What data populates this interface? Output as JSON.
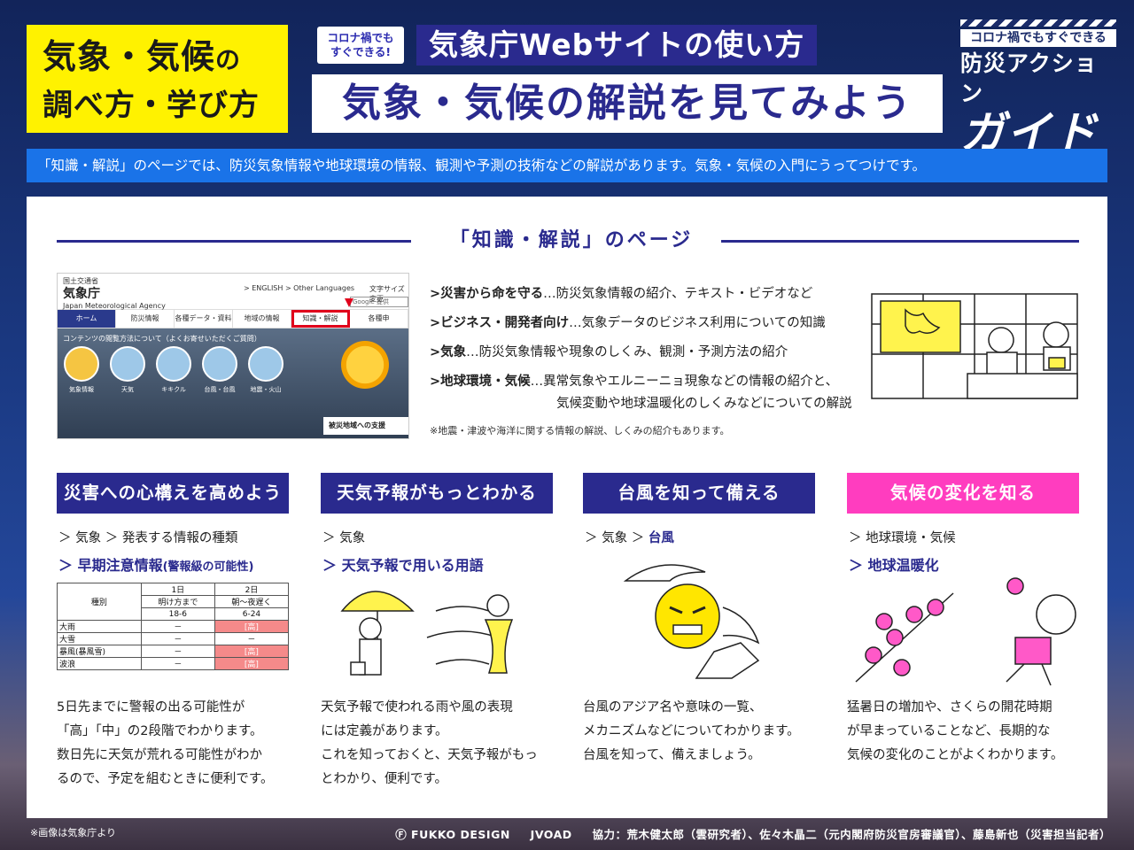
{
  "header": {
    "title_line1_a": "気象・気候",
    "title_line1_b": "の",
    "title_line2": "調べ方・学び方",
    "tag_line1": "コロナ禍でも",
    "tag_line2": "すぐできる!",
    "subtitle": "気象庁Webサイトの使い方",
    "main_title": "気象・気候の解説を見てみよう"
  },
  "logo": {
    "tag": "コロナ禍でもすぐできる",
    "mid": "防災アクション",
    "big": "ガイド"
  },
  "intro": "「知識・解説」のページでは、防災気象情報や地球環境の情報、観測や予測の技術などの解説があります。気象・気候の入門にうってつけです。",
  "section": {
    "title": "「知識・解説」のページ"
  },
  "site": {
    "org": "国土交通省",
    "name": "気象庁",
    "name_en": "Japan Meteorological Agency",
    "lang": "> ENGLISH  > Other Languages",
    "font_size": "文字サイズ変更",
    "search": "Google 提供",
    "nav": [
      "ホーム",
      "防災情報",
      "各種データ・資料",
      "地域の情報",
      "知識・解説",
      "各種申"
    ],
    "note": "コンテンツの閲覧方法について（よくお寄せいただくご質問）",
    "icons": [
      "気象情報",
      "天気",
      "キキクル",
      "台風・台風",
      "地震・火山"
    ],
    "button": "被災地域への支援"
  },
  "bullets": [
    {
      "head": ">災害から命を守る",
      "body": "…防災気象情報の紹介、テキスト・ビデオなど"
    },
    {
      "head": ">ビジネス・開発者向け",
      "body": "…気象データのビジネス利用についての知識"
    },
    {
      "head": ">気象",
      "body": "…防災気象情報や現象のしくみ、観測・予測方法の紹介"
    },
    {
      "head": ">地球環境・気候",
      "body": "…異常気象やエルニーニョ現象などの情報の紹介と、"
    }
  ],
  "bullet_cont": "気候変動や地球温暖化のしくみなどについての解説",
  "bullet_note": "※地震・津波や海洋に関する情報の解説、しくみの紹介もあります。",
  "columns": [
    {
      "head": "災害への心構えを高めよう",
      "crumb1": "＞ 気象 ＞ 発表する情報の種類",
      "crumb2": "＞ 早期注意情報",
      "crumb2_small": "(警報級の可能性)",
      "text": [
        "5日先までに警報の出る可能性が",
        "「高」「中」の2段階でわかります。",
        "数日先に天気が荒れる可能性がわか",
        "るので、予定を組むときに便利です。"
      ]
    },
    {
      "head": "天気予報がもっとわかる",
      "crumb1": "＞ 気象",
      "crumb2": "＞ 天気予報で用いる用語",
      "text": [
        "天気予報で使われる雨や風の表現",
        "には定義があります。",
        "これを知っておくと、天気予報がもっ",
        "とわかり、便利です。"
      ]
    },
    {
      "head": "台風を知って備える",
      "crumb1": "＞ 気象 ＞",
      "crumb2": "台風",
      "text": [
        "台風のアジア名や意味の一覧、",
        "メカニズムなどについてわかります。",
        "台風を知って、備えましょう。"
      ]
    },
    {
      "head": "気候の変化を知る",
      "crumb1": "＞ 地球環境・気候",
      "crumb2": "＞ 地球温暖化",
      "text": [
        "猛暑日の増加や、さくらの開花時期",
        "が早まっていることなど、長期的な",
        "気候の変化のことがよくわかります。"
      ]
    }
  ],
  "table": {
    "h_kind": "種別",
    "h_day1": "1日",
    "h_day2": "2日",
    "h_p1": "明け方まで",
    "h_p2": "朝～夜遅く",
    "h_t1": "18-6",
    "h_t2": "6-24",
    "rows": [
      {
        "kind": "大雨",
        "a": "－",
        "b": "[高]"
      },
      {
        "kind": "大雪",
        "a": "－",
        "b": "－"
      },
      {
        "kind": "暴風(暴風雪)",
        "a": "－",
        "b": "[高]"
      },
      {
        "kind": "波浪",
        "a": "－",
        "b": "[高]"
      }
    ]
  },
  "footer": {
    "note": "※画像は気象庁より",
    "brand1": "Ⓕ FUKKO DESIGN",
    "brand2": "JVOAD",
    "credit": "協力：荒木健太郎（雲研究者）、佐々木晶二（元内閣府防災官房審議官）、藤島新也（災害担当記者）"
  },
  "colors": {
    "navy": "#2a2a8e",
    "yellow": "#fff200",
    "blue_bar": "#1a73e8",
    "pink": "#ff3dbf",
    "warn_red": "#f58a8a"
  }
}
